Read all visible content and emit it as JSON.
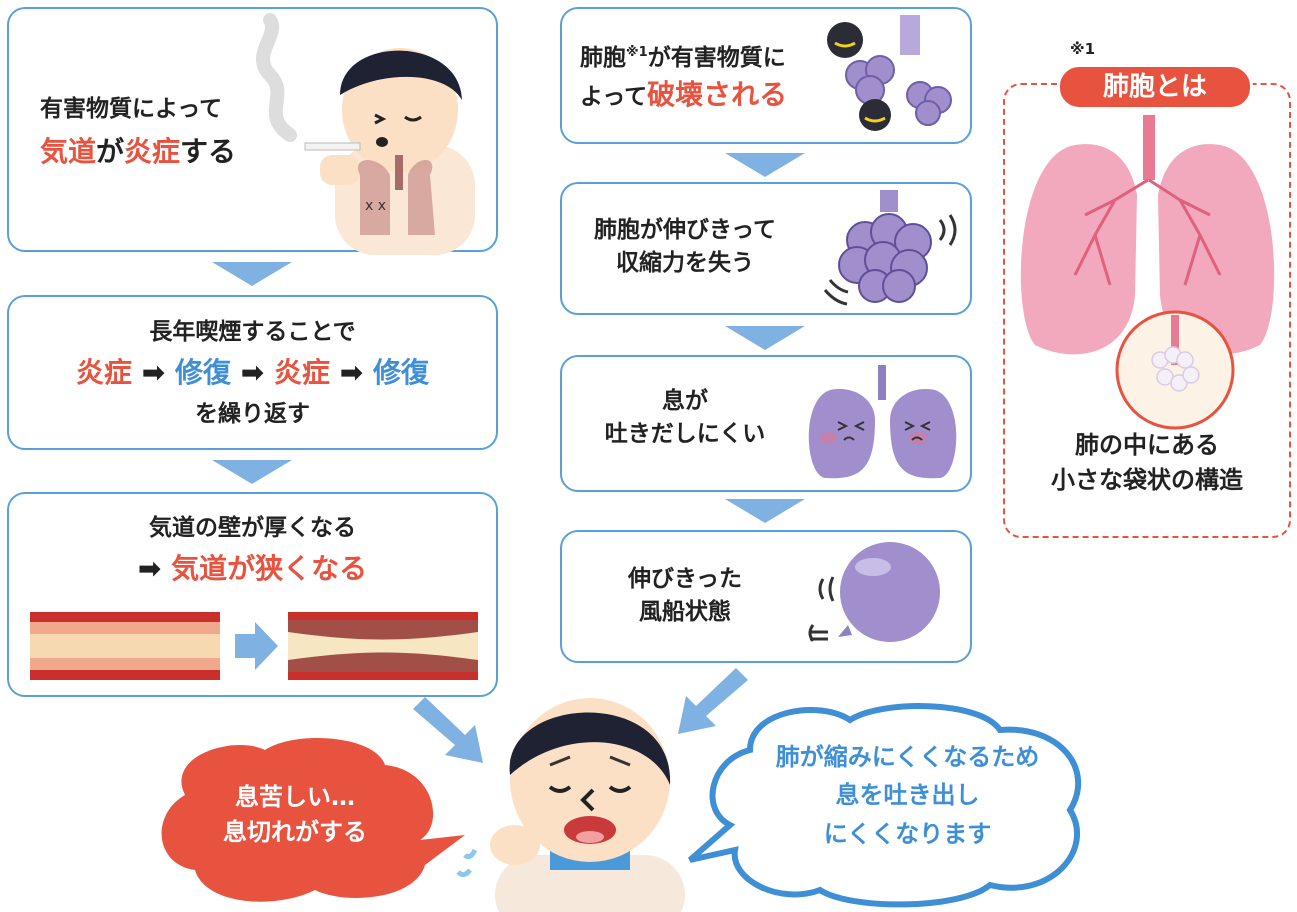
{
  "left": {
    "box1": {
      "line1": "有害物質によって",
      "l2_a": "気道",
      "l2_b": "が",
      "l2_c": "炎症",
      "l2_d": "する"
    },
    "box2": {
      "line1": "長年喫煙することで",
      "w1": "炎症",
      "arrow": "➡",
      "w2": "修復",
      "w3": "炎症",
      "w4": "修復",
      "line3": "を繰り返す"
    },
    "box3": {
      "line1": "気道の壁が厚くなる",
      "arrow": "➡",
      "emph": "気道が狭くなる"
    }
  },
  "middle": {
    "box1": {
      "a": "肺胞",
      "sup": "※1",
      "b": "が有害物質に",
      "c": "よって",
      "emph": "破壊される"
    },
    "box2": {
      "line1": "肺胞が伸びきって",
      "line2": "収縮力を失う"
    },
    "box3": {
      "line1": "息が",
      "line2": "吐きだしにくい"
    },
    "box4": {
      "line1": "伸びきった",
      "line2": "風船状態"
    }
  },
  "right": {
    "note": "※1",
    "badge": "肺胞とは",
    "line1": "肺の中にある",
    "line2": "小さな袋状の構造"
  },
  "bubble_left": {
    "line1": "息苦しい…",
    "line2": "息切れがする"
  },
  "bubble_right": {
    "line1": "肺が縮みにくくなるため",
    "line2": "息を吐き出し",
    "line3": "にくくなります"
  },
  "colors": {
    "red": "#e8533f",
    "blue": "#3f8fd6",
    "box_border": "#5aa0d8",
    "arrow": "#7fb1e3",
    "alveoli": "#a08fcc"
  }
}
